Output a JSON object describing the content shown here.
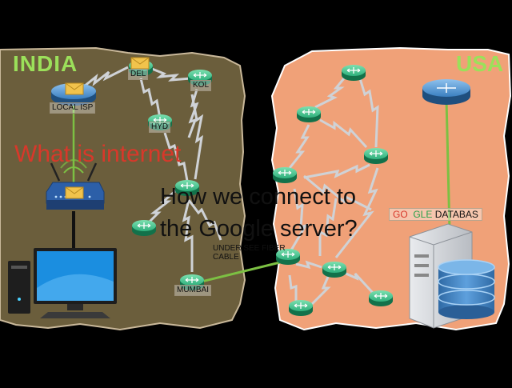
{
  "labels": {
    "region_left": "INDIA",
    "region_right": "USA",
    "question_1": "What is internet",
    "question_2_line1": "How we connect to",
    "question_2_line2": "the Google server?",
    "local_isp": "LOCAL ISP",
    "city_1": "DEL",
    "city_2": "KOL",
    "city_3": "HYD",
    "city_4": "MUMBAI",
    "cable": "UNDER SEE FIBER CABLE",
    "db_prefix": "GO",
    "db_mid": "GLE",
    "db_suffix": "DATABAS"
  },
  "colors": {
    "india_land": "#6b5e3c",
    "usa_land": "#f0a178",
    "router_green": "#1f9e6a",
    "router_blue": "#2f6fa8",
    "title_green": "#9be05a",
    "question_red": "#d8382a",
    "link_green": "#7cc043",
    "zigzag": "#cfd2d6"
  },
  "icons": {
    "router": "router-icon",
    "envelope": "envelope-icon",
    "wifi_router": "wifi-router-icon",
    "computer": "desktop-computer-icon",
    "server": "server-icon",
    "database": "database-icon"
  }
}
